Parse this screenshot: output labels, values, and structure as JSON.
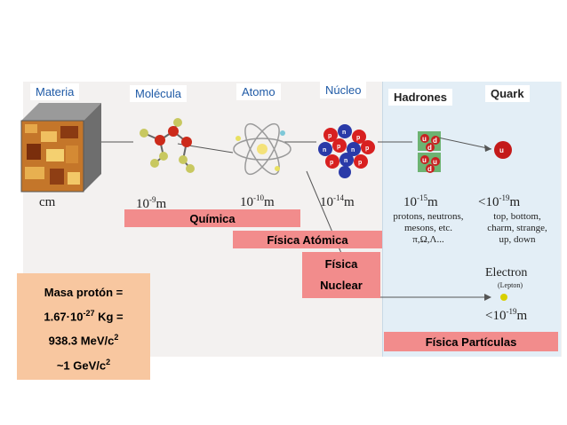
{
  "labels": {
    "materia": "Materia",
    "molecula": "Molécula",
    "atomo": "Atomo",
    "nucleo": "Núcleo",
    "hadrones": "Hadrones",
    "quark": "Quark"
  },
  "scales": {
    "cm": "cm",
    "mol": "10-9m",
    "atom": "10-10m",
    "nuc": "10-14m",
    "had": "10-15m",
    "quark": "<10-19m",
    "electron": "<10-19m"
  },
  "descriptions": {
    "hadrones": [
      "protons, neutrons,",
      "mesons, etc.",
      "π,Ω,Λ..."
    ],
    "quarks": [
      "top, bottom,",
      "charm, strange,",
      "up, down"
    ],
    "electron": "Electron",
    "lepton": "(Lepton)"
  },
  "fields": {
    "quimica": "Química",
    "fisica_atomica": "Física Atómica",
    "fisica_nuclear_1": "Física",
    "fisica_nuclear_2": "Nuclear",
    "fisica_particulas": "Física Partículas"
  },
  "mass": {
    "line1": "Masa protón =",
    "line2a": "1.67·10",
    "line2exp": "-27",
    "line2b": " Kg =",
    "line3a": "938.3 MeV/c",
    "line3exp": "2",
    "line4a": "~1 GeV/c",
    "line4exp": "2"
  },
  "icons": {
    "nucleon_proton": "p",
    "nucleon_neutron": "n",
    "quark_u": "u",
    "quark_d": "d"
  }
}
